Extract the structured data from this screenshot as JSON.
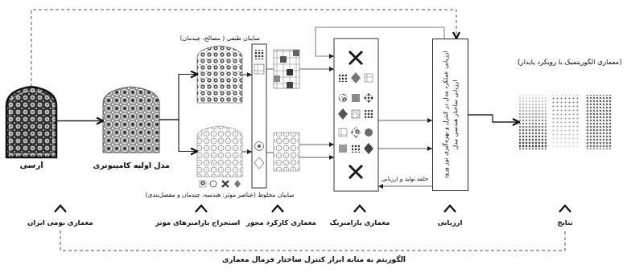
{
  "diagram": {
    "nodes": [
      {
        "text": [
          "ارسی"
        ]
      },
      {
        "text": [
          "مدل اولیه کامپیوتری"
        ]
      },
      {
        "text": [
          "سایبان طیفی ( مصالح، چیدمان)"
        ]
      },
      {
        "text": [
          "سایبان مخلوط (عناصر موثر: هندسه، چیدمان و مفصل‌بندی)"
        ]
      },
      {
        "text": [
          "ارزیابی عملکرد مدل در کنترل و بهره‌گیری نور ورود",
          "ارزیابی ساختار هندسی مدل"
        ]
      },
      {
        "text": [
          "(معماری الگوریتمیک با رویکرد پایدار)"
        ]
      }
    ],
    "edges": [
      {
        "from": 0,
        "to": 1,
        "arrow": "to"
      },
      {
        "from": 1,
        "to": 2,
        "arrow": "to"
      },
      {
        "from": 1,
        "to": 3,
        "arrow": "to"
      },
      {
        "from": 0,
        "to": 4,
        "arrow": "to"
      },
      {
        "from": 4,
        "to": 5,
        "arrow": "to"
      }
    ],
    "labels": [
      "معماری بومی ایران",
      "استخراج پارامترهای موثر",
      "معماری کارکرد محور",
      "معماری پارامتریک",
      "ارزیابی",
      "نتایج",
      "حلقه تولید و ارزیابی",
      "الگوریتم به مثابه ابزار کنترل ساختار فرمال معماری"
    ]
  }
}
